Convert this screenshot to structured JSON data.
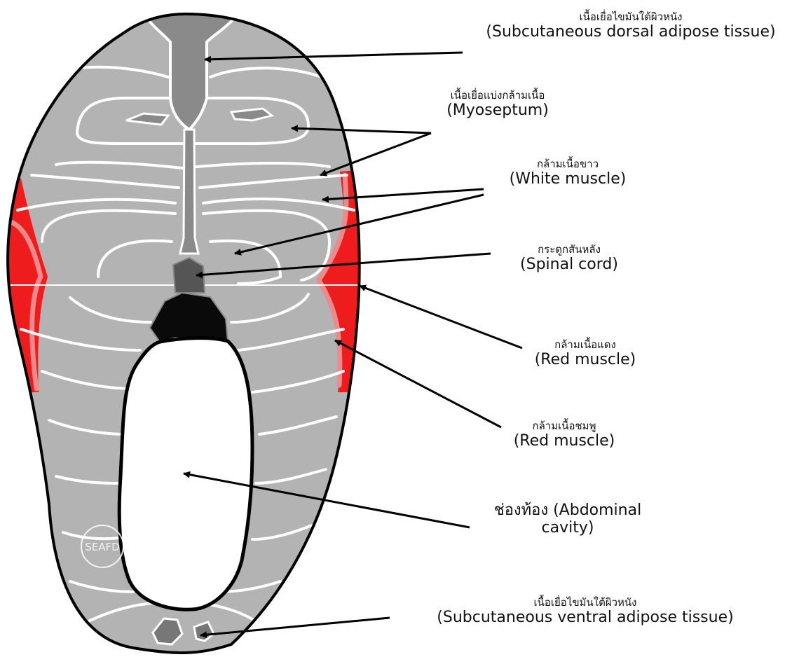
{
  "labels": {
    "dorsal_adipose": {
      "th": "เนื้อเยื่อไขมันใต้ผิวหนัง",
      "en": "(Subcutaneous dorsal adipose tissue)"
    },
    "myoseptum": {
      "th": "เนื้อเยื่อแบ่งกล้ามเนื้อ",
      "en": "(Myoseptum)"
    },
    "white_muscle": {
      "th": "กล้ามเนื้อขาว",
      "en": "(White muscle)"
    },
    "spinal_cord": {
      "th": "กระดูกสันหลัง",
      "en": "(Spinal cord)"
    },
    "red_muscle": {
      "th": "กล้ามเนื้อแดง",
      "en": "(Red muscle)"
    },
    "pink_muscle": {
      "th": "กล้ามเนื้อชมพู",
      "en": "(Red muscle)"
    },
    "abdominal_cavity": {
      "line1": "ช่องท้อง (Abdominal",
      "line2": "cavity)"
    },
    "ventral_adipose": {
      "th": "เนื้อเยื่อไขมันใต้ผิวหนัง",
      "en": "(Subcutaneous ventral adipose tissue)"
    }
  },
  "watermark": "SEAFD",
  "colors": {
    "flesh": "#b3b3b3",
    "adipose": "#8a8a8a",
    "outline": "#000000",
    "septa": "#ffffff",
    "red_muscle": "#ee1c1c",
    "pink_muscle": "#f08a8a",
    "spinal_cord": "#555555",
    "kidney": "#0a0a0a"
  }
}
